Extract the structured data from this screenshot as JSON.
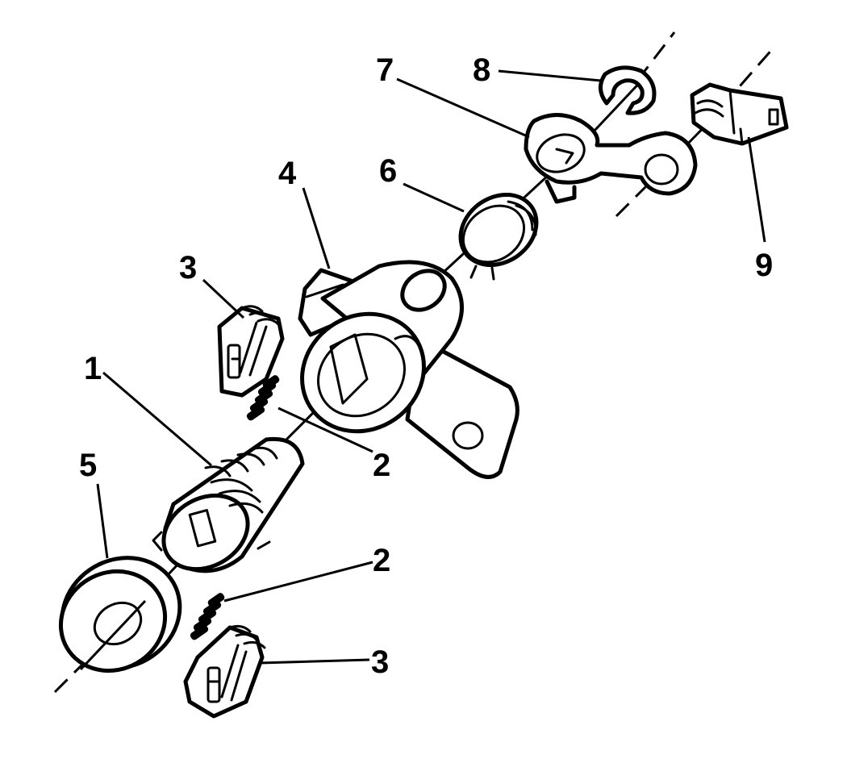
{
  "diagram": {
    "type": "exploded-assembly",
    "colors": {
      "line": "#000000",
      "background": "#ffffff"
    },
    "callouts": [
      {
        "id": "c1",
        "label": "1"
      },
      {
        "id": "c2a",
        "label": "2"
      },
      {
        "id": "c2b",
        "label": "2"
      },
      {
        "id": "c3a",
        "label": "3"
      },
      {
        "id": "c3b",
        "label": "3"
      },
      {
        "id": "c4",
        "label": "4"
      },
      {
        "id": "c5",
        "label": "5"
      },
      {
        "id": "c6",
        "label": "6"
      },
      {
        "id": "c7",
        "label": "7"
      },
      {
        "id": "c8",
        "label": "8"
      },
      {
        "id": "c9",
        "label": "9"
      }
    ]
  }
}
